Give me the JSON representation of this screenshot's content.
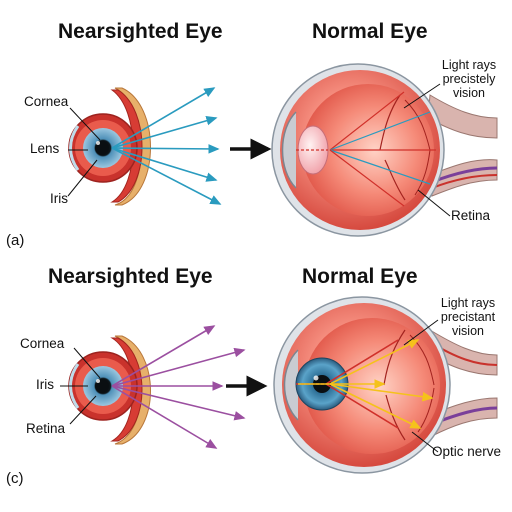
{
  "panel_a": {
    "left_title": "Nearsighted Eye",
    "right_title": "Normal Eye",
    "panel_label": "(a)",
    "left_labels": {
      "cornea": "Cornea",
      "lens": "Lens",
      "iris": "Iris"
    },
    "right_labels": {
      "light_line1": "Light rays",
      "light_line2": "precistely",
      "light_line3": "vision",
      "retina": "Retina"
    },
    "ray_color": "#2a9bbf"
  },
  "panel_c": {
    "left_title": "Nearsighted Eye",
    "right_title": "Normal Eye",
    "panel_label": "(c)",
    "left_labels": {
      "cornea": "Cornea",
      "iris": "Iris",
      "retina": "Retina"
    },
    "right_labels": {
      "light_line1": "Light rays",
      "light_line2": "precistant",
      "light_line3": "vision",
      "optic_nerve": "Optic nerve"
    },
    "ray_color": "#9b4fa0",
    "focus_ray_color": "#f5c21b"
  }
}
